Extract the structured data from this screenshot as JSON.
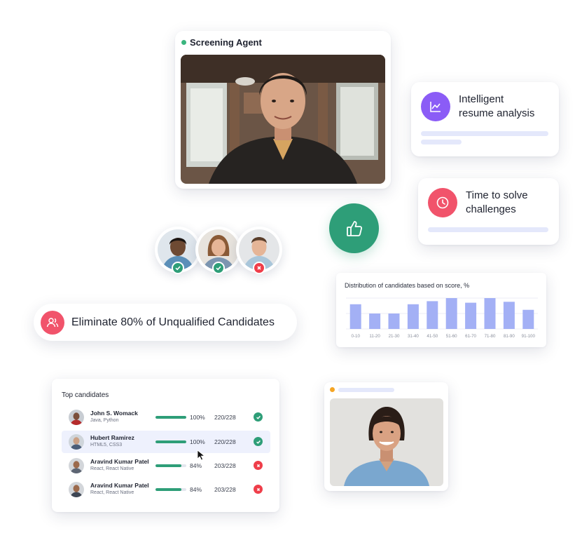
{
  "screening_agent": {
    "title": "Screening Agent",
    "status_color": "#3ab57e"
  },
  "features": [
    {
      "label_line1": "Intelligent",
      "label_line2": "resume analysis",
      "icon": "chart-line-icon",
      "color": "#8b5cf6"
    },
    {
      "label_line1": "Time to solve",
      "label_line2": "challenges",
      "icon": "clock-icon",
      "color": "#f1536b"
    }
  ],
  "thumbs": {
    "icon": "thumbs-up-icon",
    "color": "#2e9e78"
  },
  "avatars": [
    {
      "status": "approved",
      "status_icon": "check-icon",
      "color": "#2e9e78"
    },
    {
      "status": "approved",
      "status_icon": "check-icon",
      "color": "#2e9e78"
    },
    {
      "status": "rejected",
      "status_icon": "close-icon",
      "color": "#ef3e4a"
    }
  ],
  "eliminate": {
    "text": "Eliminate 80% of Unqualified Candidates",
    "icon": "users-icon",
    "color": "#f1536b"
  },
  "distribution": {
    "title": "Distribution of candidates based on score, %",
    "chart_data": {
      "type": "bar",
      "title": "Distribution of candidates based on score, %",
      "categories": [
        "0-10",
        "11-20",
        "21-30",
        "31-40",
        "41-50",
        "51-60",
        "61-70",
        "71-80",
        "81-90",
        "91-100"
      ],
      "values": [
        80,
        50,
        50,
        80,
        90,
        100,
        85,
        100,
        88,
        62
      ],
      "ylim": [
        0,
        100
      ],
      "bar_color": "#a3b0f5",
      "grid": true
    }
  },
  "candidates": {
    "title": "Top candidates",
    "rows": [
      {
        "name": "John S. Womack",
        "skills": "Java, Python",
        "pct_label": "100%",
        "fill": 1.0,
        "score": "220/228",
        "status": "pass"
      },
      {
        "name": "Hubert Ramirez",
        "skills": "HTML5, CSS3",
        "pct_label": "100%",
        "fill": 1.0,
        "score": "220/228",
        "status": "pass",
        "selected": true
      },
      {
        "name": "Aravind Kumar Patel",
        "skills": "React, React Native",
        "pct_label": "84%",
        "fill": 0.84,
        "score": "203/228",
        "status": "fail"
      },
      {
        "name": "Aravind Kumar Patel",
        "skills": "React, React Native",
        "pct_label": "84%",
        "fill": 0.84,
        "score": "203/228",
        "status": "fail"
      }
    ]
  },
  "video2": {
    "status_color": "#f5a524"
  }
}
